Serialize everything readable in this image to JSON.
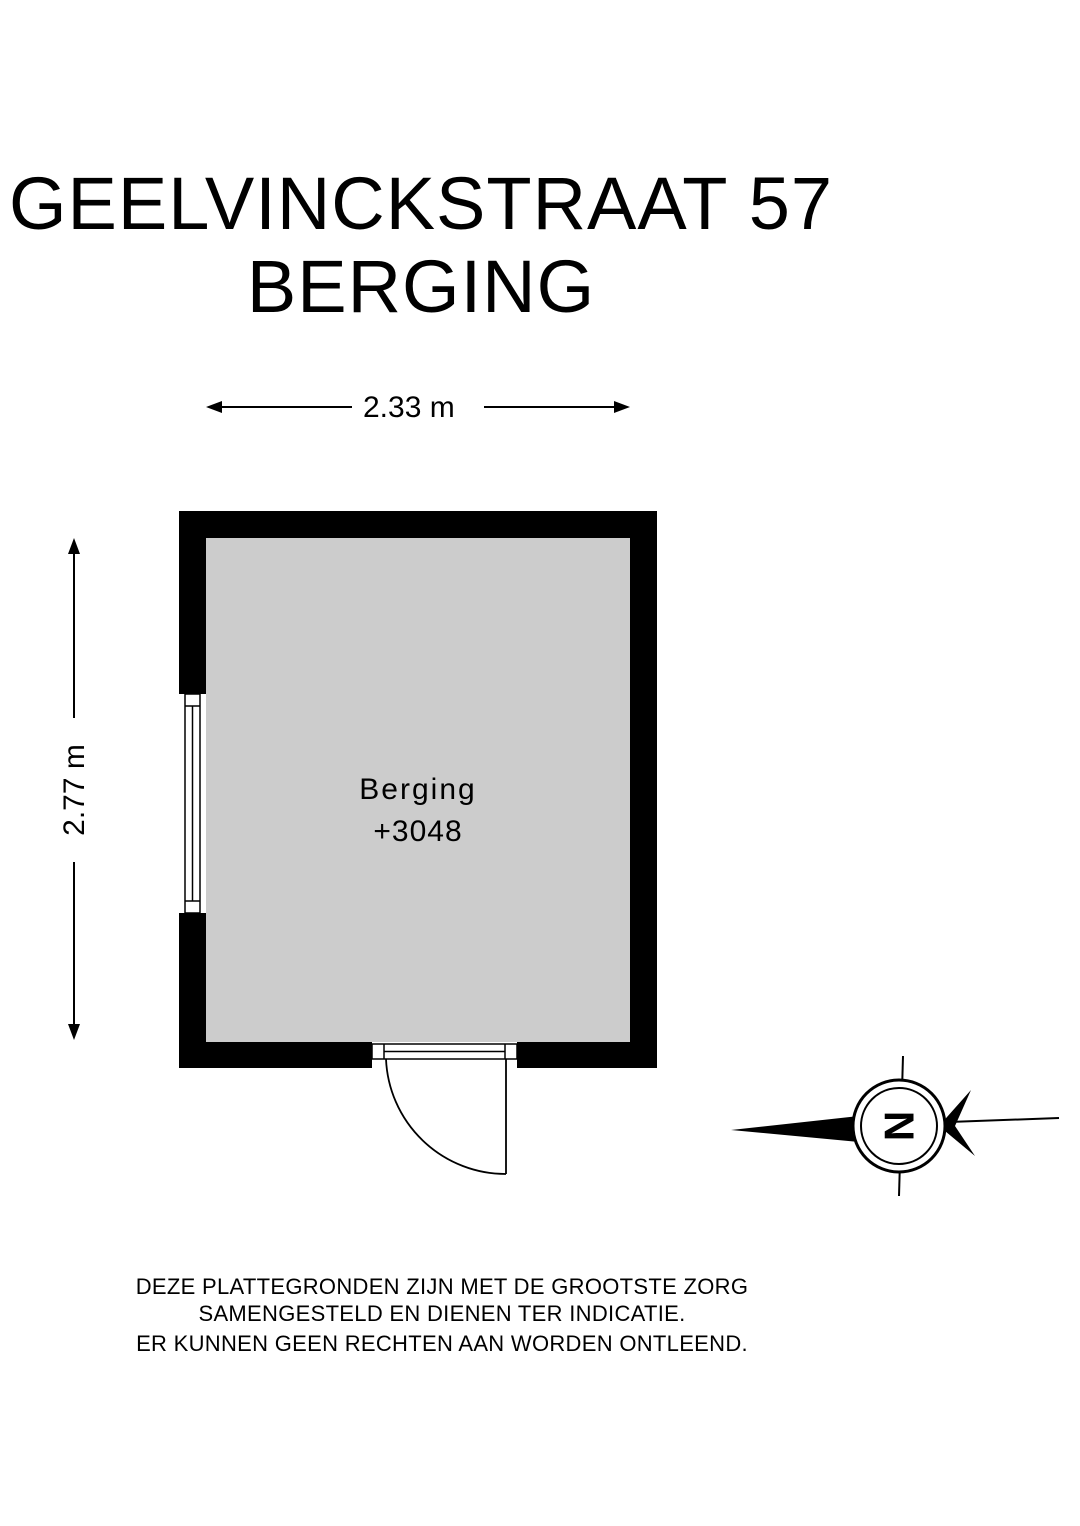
{
  "header": {
    "address": "GEELVINCKSTRAAT 57",
    "subtitle": "BERGING"
  },
  "dimensions": {
    "width_label": "2.33 m",
    "height_label": "2.77 m"
  },
  "room": {
    "name": "Berging",
    "level": "+3048"
  },
  "compass": {
    "letter": "N",
    "icon": "north-arrow-icon"
  },
  "disclaimer": {
    "lines": [
      "DEZE PLATTEGRONDEN ZIJN MET DE GROOTSTE ZORG",
      "SAMENGESTELD EN DIENEN TER INDICATIE.",
      "ER KUNNEN GEEN RECHTEN AAN WORDEN ONTLEEND."
    ]
  },
  "colors": {
    "wall": "#000000",
    "floor": "#cccccc",
    "background": "#ffffff"
  }
}
